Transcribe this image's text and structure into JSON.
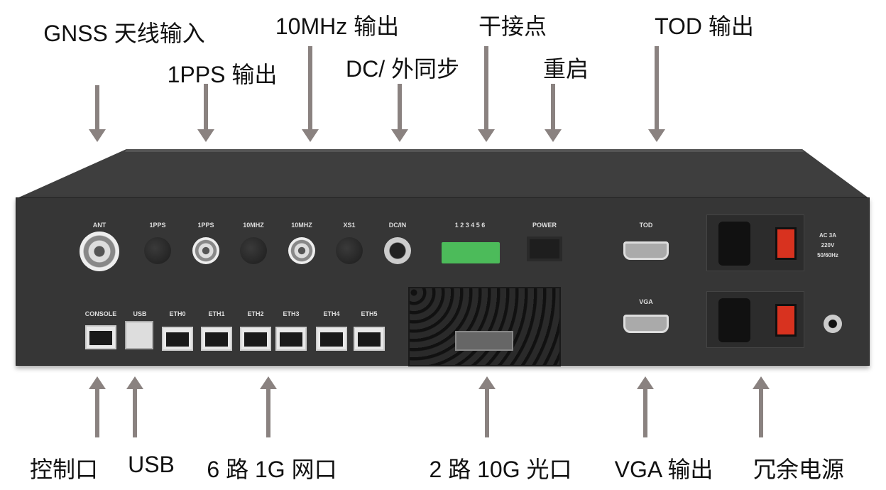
{
  "callouts_top": [
    "GNSS 天线输入",
    "1PPS 输出",
    "10MHz 输出",
    "DC/ 外同步",
    "干接点",
    "重启",
    "TOD 输出"
  ],
  "callouts_bottom": [
    "控制口",
    "USB",
    "6 路 1G 网口",
    "2 路 10G 光口",
    "VGA 输出",
    "冗余电源"
  ],
  "panel_labels_top": [
    "ANT",
    "1PPS",
    "1PPS",
    "10MHZ",
    "10MHZ",
    "XS1",
    "DC/IN",
    "1 2 3 4 5 6",
    "POWER",
    "TOD"
  ],
  "panel_labels_bottom": [
    "CONSOLE",
    "USB",
    "ETH0",
    "ETH1",
    "ETH2",
    "ETH3",
    "ETH4",
    "ETH5",
    "VGA"
  ],
  "power_rating": [
    "AC 3A",
    "220V",
    "50/60Hz"
  ],
  "colors": {
    "arrow": "#8a8280",
    "panel": "#363636",
    "switch": "#d8321f",
    "terminal": "#4cbb5a"
  }
}
